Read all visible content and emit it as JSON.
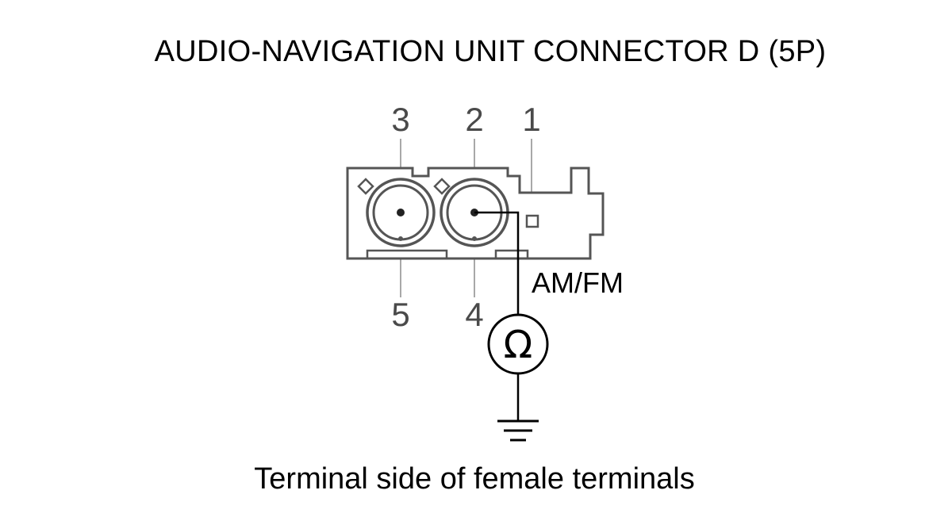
{
  "title": "AUDIO-NAVIGATION UNIT CONNECTOR D (5P)",
  "caption": "Terminal side of female terminals",
  "pins": {
    "top": [
      "3",
      "2",
      "1"
    ],
    "bottom": [
      "5",
      "4"
    ]
  },
  "signal_label": "AM/FM",
  "meter_symbol": "Ω",
  "icons": {
    "meter": "ohmmeter-icon",
    "ground": "ground-icon"
  },
  "colors": {
    "line": "#000000",
    "connector_outline": "#555555",
    "pin_label": "#4a4a4a"
  }
}
